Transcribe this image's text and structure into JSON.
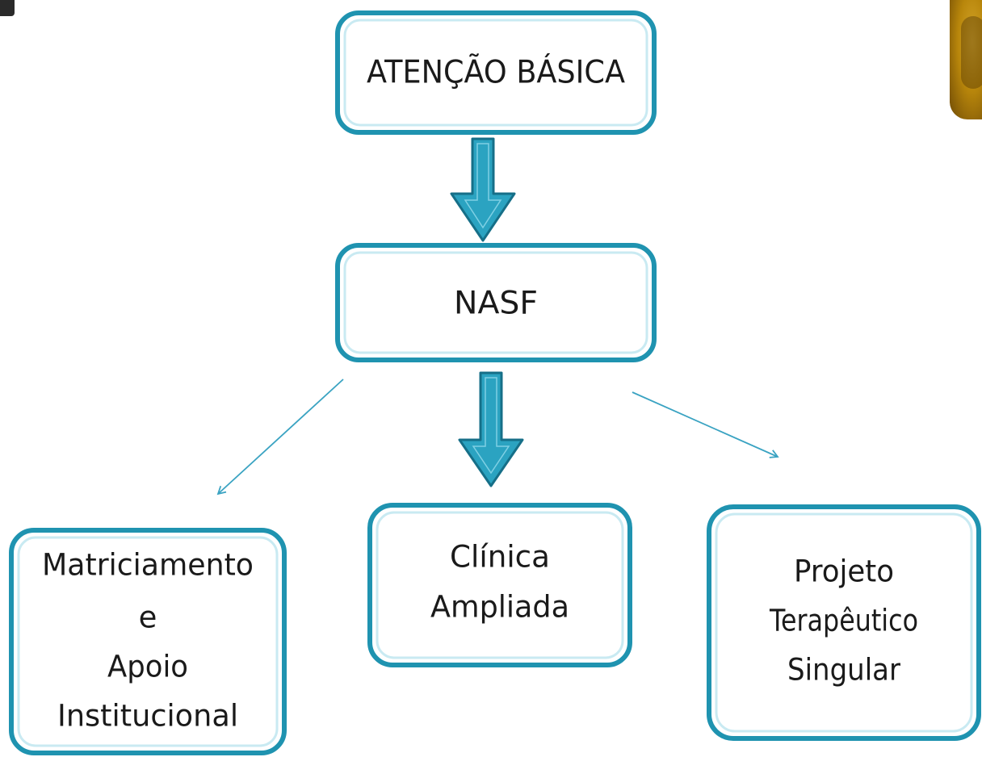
{
  "nodes": {
    "atencao": {
      "lines": [
        "ATENÇÃO BÁSICA"
      ]
    },
    "nasf": {
      "lines": [
        "NASF"
      ]
    },
    "matriciamento": {
      "lines": [
        "Matriciamento",
        "e",
        "Apoio",
        "Institucional"
      ]
    },
    "clinica": {
      "lines": [
        "Clínica",
        "Ampliada"
      ]
    },
    "projeto": {
      "lines": [
        "Projeto",
        "Terapêutico",
        "Singular"
      ]
    }
  },
  "colors": {
    "border": "#1f93b0",
    "border_inner": "#c9eaf2",
    "arrow_fill": "#2ba3c1",
    "arrow_stroke": "#166f88",
    "thin_arrow": "#3aa3c2",
    "text": "#1a1a1a"
  },
  "icons": {
    "corner_photo": "person-photo",
    "corner_mark": "slide-corner-mark"
  }
}
